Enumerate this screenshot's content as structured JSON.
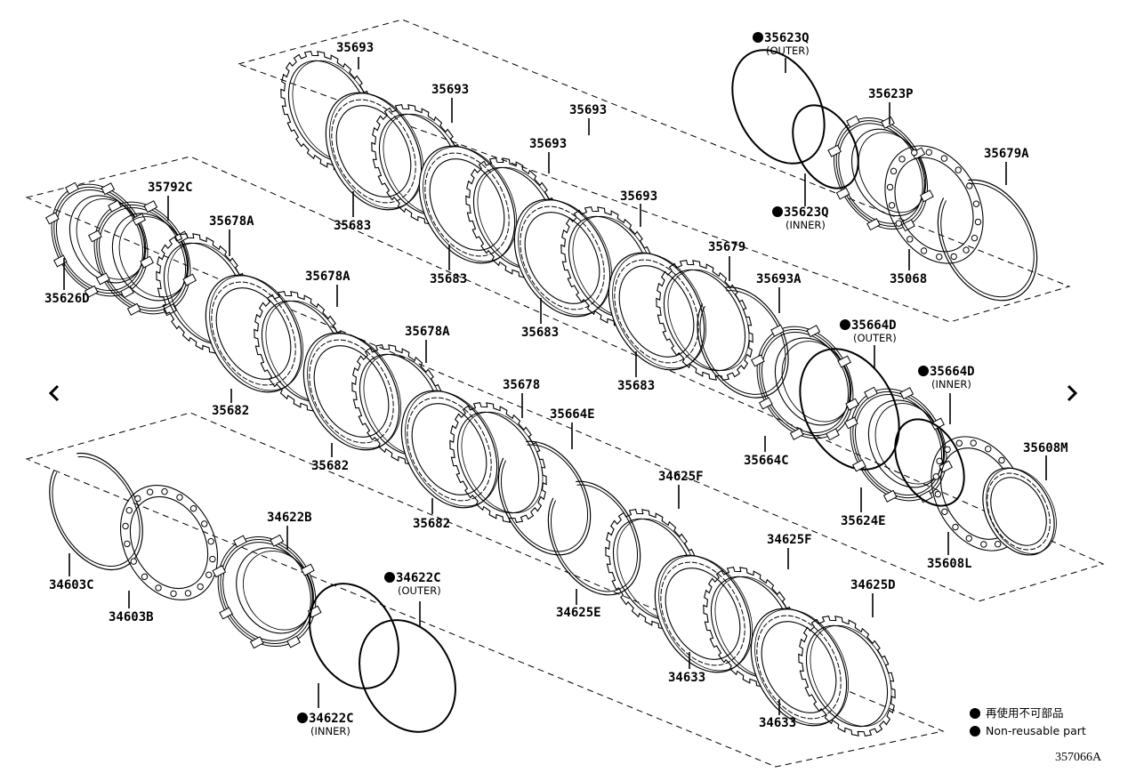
{
  "navigation": {
    "prev_icon": "chevron-left-icon",
    "next_icon": "chevron-right-icon"
  },
  "legend": {
    "items": [
      {
        "icon": "filled-circle-icon",
        "text": "再使用不可部品"
      },
      {
        "icon": "filled-circle-icon",
        "text": "Non-reusable part"
      }
    ]
  },
  "illustration_number": "357066A",
  "callouts": [
    {
      "id": "c1",
      "part": "35693",
      "note": "",
      "nonreusable": false
    },
    {
      "id": "c2",
      "part": "35693",
      "note": "",
      "nonreusable": false
    },
    {
      "id": "c3",
      "part": "35693",
      "note": "",
      "nonreusable": false
    },
    {
      "id": "c4",
      "part": "35693",
      "note": "",
      "nonreusable": false
    },
    {
      "id": "c5",
      "part": "35693",
      "note": "",
      "nonreusable": false
    },
    {
      "id": "c6",
      "part": "35683",
      "note": "",
      "nonreusable": false
    },
    {
      "id": "c7",
      "part": "35683",
      "note": "",
      "nonreusable": false
    },
    {
      "id": "c8",
      "part": "35683",
      "note": "",
      "nonreusable": false
    },
    {
      "id": "c9",
      "part": "35683",
      "note": "",
      "nonreusable": false
    },
    {
      "id": "c10",
      "part": "35679",
      "note": "",
      "nonreusable": false
    },
    {
      "id": "c11",
      "part": "35693A",
      "note": "",
      "nonreusable": false
    },
    {
      "id": "c12",
      "part": "35623Q",
      "note": "(OUTER)",
      "nonreusable": true
    },
    {
      "id": "c13",
      "part": "35623Q",
      "note": "(INNER)",
      "nonreusable": true
    },
    {
      "id": "c14",
      "part": "35623P",
      "note": "",
      "nonreusable": false
    },
    {
      "id": "c15",
      "part": "35068",
      "note": "",
      "nonreusable": false
    },
    {
      "id": "c16",
      "part": "35679A",
      "note": "",
      "nonreusable": false
    },
    {
      "id": "c17",
      "part": "35792C",
      "note": "",
      "nonreusable": false
    },
    {
      "id": "c18",
      "part": "35626D",
      "note": "",
      "nonreusable": false
    },
    {
      "id": "c19",
      "part": "35678A",
      "note": "",
      "nonreusable": false
    },
    {
      "id": "c20",
      "part": "35678A",
      "note": "",
      "nonreusable": false
    },
    {
      "id": "c21",
      "part": "35678A",
      "note": "",
      "nonreusable": false
    },
    {
      "id": "c22",
      "part": "35678",
      "note": "",
      "nonreusable": false
    },
    {
      "id": "c23",
      "part": "35682",
      "note": "",
      "nonreusable": false
    },
    {
      "id": "c24",
      "part": "35682",
      "note": "",
      "nonreusable": false
    },
    {
      "id": "c25",
      "part": "35682",
      "note": "",
      "nonreusable": false
    },
    {
      "id": "c26",
      "part": "35664E",
      "note": "",
      "nonreusable": false
    },
    {
      "id": "c27",
      "part": "35664C",
      "note": "",
      "nonreusable": false
    },
    {
      "id": "c28",
      "part": "35664D",
      "note": "(OUTER)",
      "nonreusable": true
    },
    {
      "id": "c29",
      "part": "35664D",
      "note": "(INNER)",
      "nonreusable": true
    },
    {
      "id": "c30",
      "part": "35624E",
      "note": "",
      "nonreusable": false
    },
    {
      "id": "c31",
      "part": "35608M",
      "note": "",
      "nonreusable": false
    },
    {
      "id": "c32",
      "part": "35608L",
      "note": "",
      "nonreusable": false
    },
    {
      "id": "c33",
      "part": "34625F",
      "note": "",
      "nonreusable": false
    },
    {
      "id": "c34",
      "part": "34625F",
      "note": "",
      "nonreusable": false
    },
    {
      "id": "c35",
      "part": "34625E",
      "note": "",
      "nonreusable": false
    },
    {
      "id": "c36",
      "part": "34625D",
      "note": "",
      "nonreusable": false
    },
    {
      "id": "c37",
      "part": "34633",
      "note": "",
      "nonreusable": false
    },
    {
      "id": "c38",
      "part": "34633",
      "note": "",
      "nonreusable": false
    },
    {
      "id": "c39",
      "part": "34603C",
      "note": "",
      "nonreusable": false
    },
    {
      "id": "c40",
      "part": "34603B",
      "note": "",
      "nonreusable": false
    },
    {
      "id": "c41",
      "part": "34622B",
      "note": "",
      "nonreusable": false
    },
    {
      "id": "c42",
      "part": "34622C",
      "note": "(OUTER)",
      "nonreusable": true
    },
    {
      "id": "c43",
      "part": "34622C",
      "note": "(INNER)",
      "nonreusable": true
    }
  ]
}
